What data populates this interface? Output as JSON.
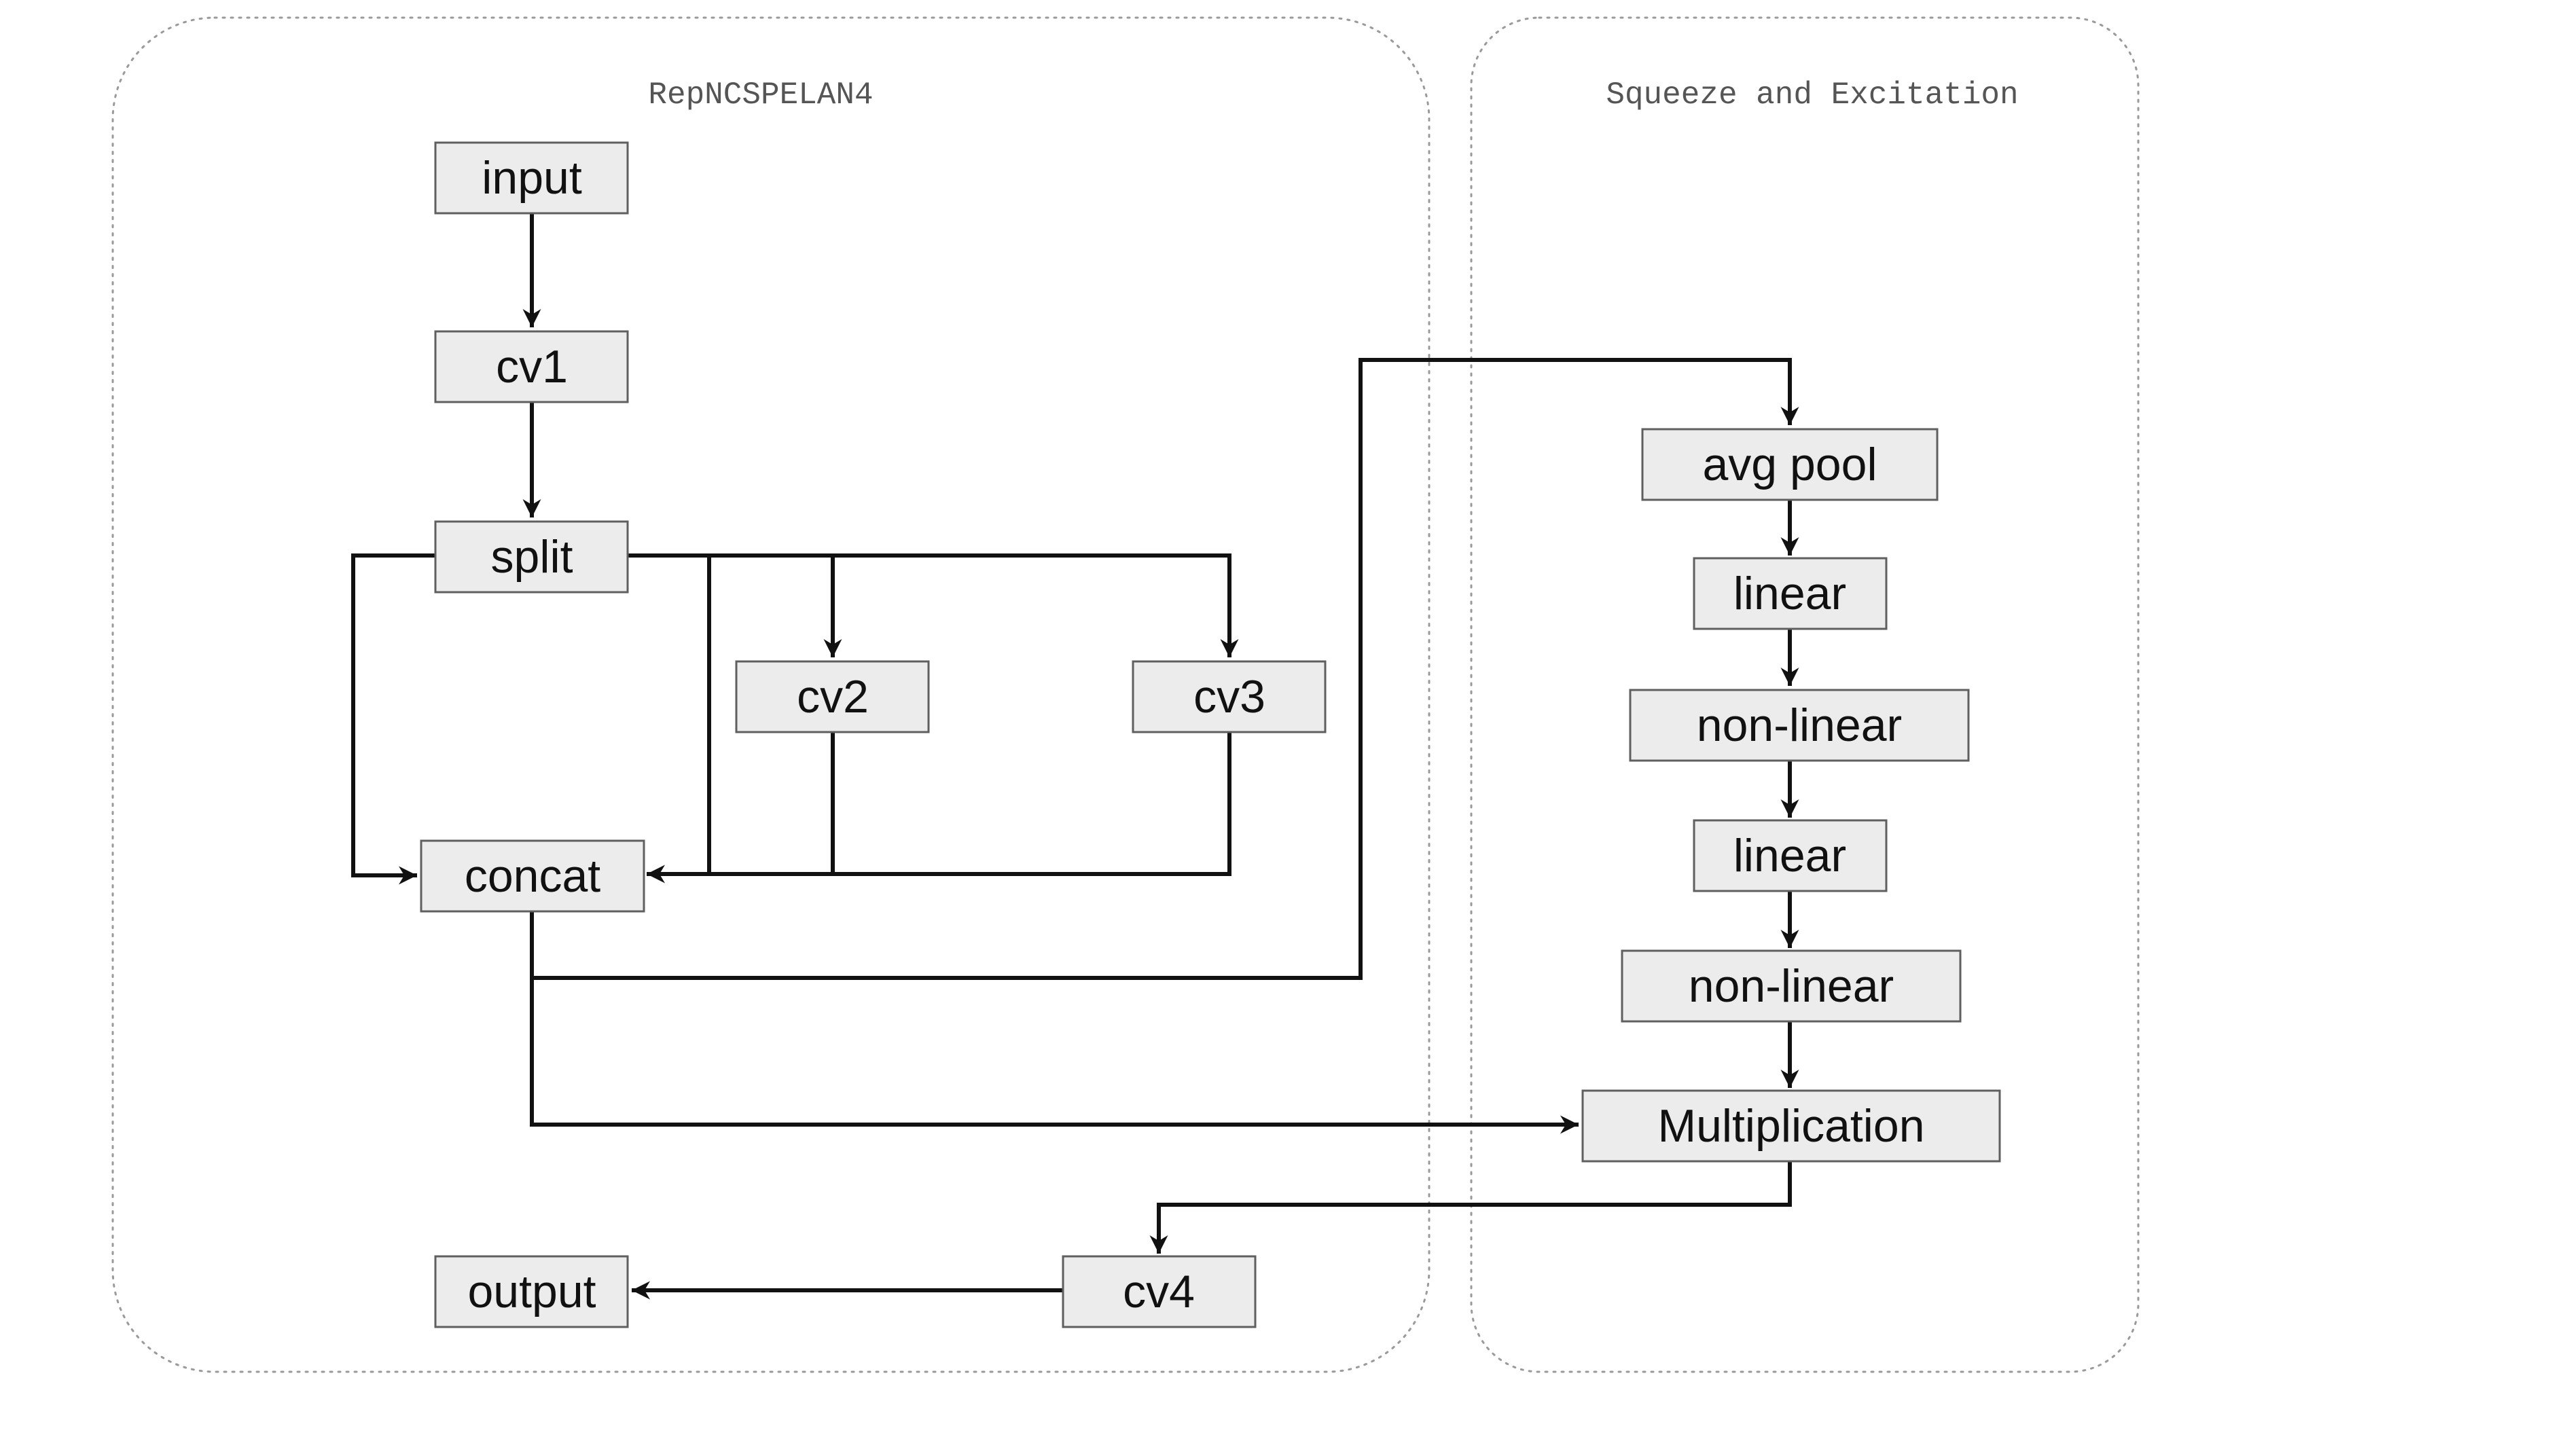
{
  "groups": {
    "repncspelan4": {
      "title": "RepNCSPELAN4"
    },
    "squeeze_excitation": {
      "title": "Squeeze and Excitation"
    }
  },
  "nodes": {
    "input": "input",
    "cv1": "cv1",
    "split": "split",
    "cv2": "cv2",
    "cv3": "cv3",
    "concat": "concat",
    "avg_pool": "avg pool",
    "linear_1": "linear",
    "non_linear_1": "non-linear",
    "linear_2": "linear",
    "non_linear_2": "non-linear",
    "multiplication": "Multiplication",
    "cv4": "cv4",
    "output": "output"
  },
  "edges": [
    {
      "from": "input",
      "to": "cv1"
    },
    {
      "from": "cv1",
      "to": "split"
    },
    {
      "from": "split",
      "to": "concat"
    },
    {
      "from": "split",
      "to": "cv2"
    },
    {
      "from": "split",
      "to": "cv3"
    },
    {
      "from": "cv2",
      "to": "concat"
    },
    {
      "from": "cv3",
      "to": "concat"
    },
    {
      "from": "concat",
      "to": "avg_pool"
    },
    {
      "from": "concat",
      "to": "multiplication"
    },
    {
      "from": "avg_pool",
      "to": "linear_1"
    },
    {
      "from": "linear_1",
      "to": "non_linear_1"
    },
    {
      "from": "non_linear_1",
      "to": "linear_2"
    },
    {
      "from": "linear_2",
      "to": "non_linear_2"
    },
    {
      "from": "non_linear_2",
      "to": "multiplication"
    },
    {
      "from": "multiplication",
      "to": "cv4"
    },
    {
      "from": "cv4",
      "to": "output"
    }
  ],
  "colors": {
    "box_fill": "#ececec",
    "box_stroke": "#5f5f5f",
    "edge": "#111111",
    "frame": "#9a9a9a"
  }
}
